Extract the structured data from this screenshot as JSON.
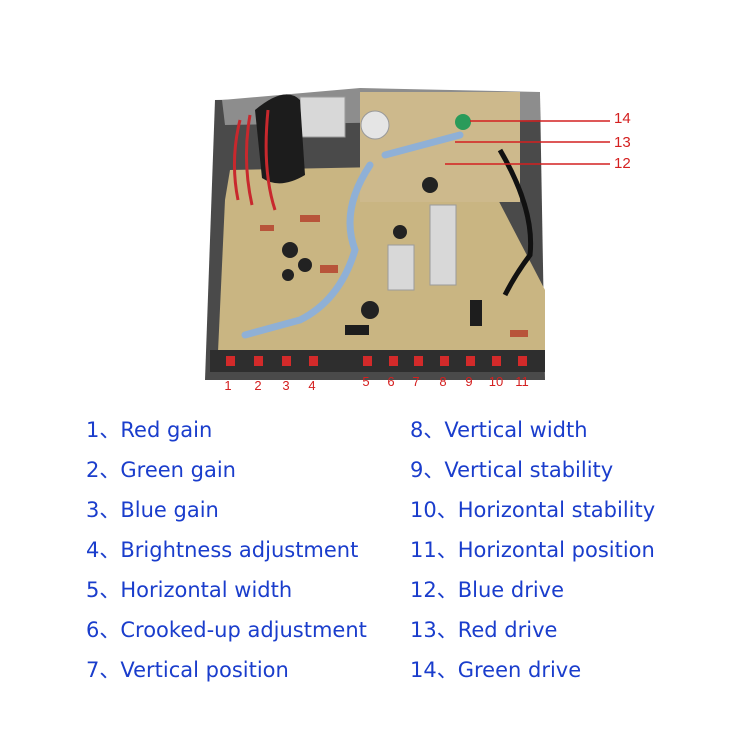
{
  "callouts": [
    {
      "id": "callout-14",
      "label": "14"
    },
    {
      "id": "callout-13",
      "label": "13"
    },
    {
      "id": "callout-12",
      "label": "12"
    }
  ],
  "knob_numbers": [
    "1",
    "2",
    "3",
    "4",
    "5",
    "6",
    "7",
    "8",
    "9",
    "10",
    "11"
  ],
  "legend_left": [
    {
      "num": "1、",
      "label": "Red gain"
    },
    {
      "num": "2、",
      "label": "Green gain"
    },
    {
      "num": "3、",
      "label": "Blue gain"
    },
    {
      "num": "4、",
      "label": "Brightness adjustment"
    },
    {
      "num": "5、",
      "label": "Horizontal width"
    },
    {
      "num": "6、",
      "label": "Crooked-up adjustment"
    },
    {
      "num": "7、",
      "label": "Vertical position"
    }
  ],
  "legend_right": [
    {
      "num": "8、",
      "label": "Vertical width"
    },
    {
      "num": "9、",
      "label": "Vertical stability"
    },
    {
      "num": "10、",
      "label": "Horizontal stability"
    },
    {
      "num": "11、",
      "label": "Horizontal position"
    },
    {
      "num": "12、",
      "label": "Blue drive"
    },
    {
      "num": "13、",
      "label": "Red drive"
    },
    {
      "num": "14、",
      "label": "Green drive"
    }
  ],
  "colors": {
    "label_blue": "#1a3dcc",
    "callout_red": "#d42020",
    "pcb": "#c9b582",
    "chassis": "#3a3a3a"
  }
}
